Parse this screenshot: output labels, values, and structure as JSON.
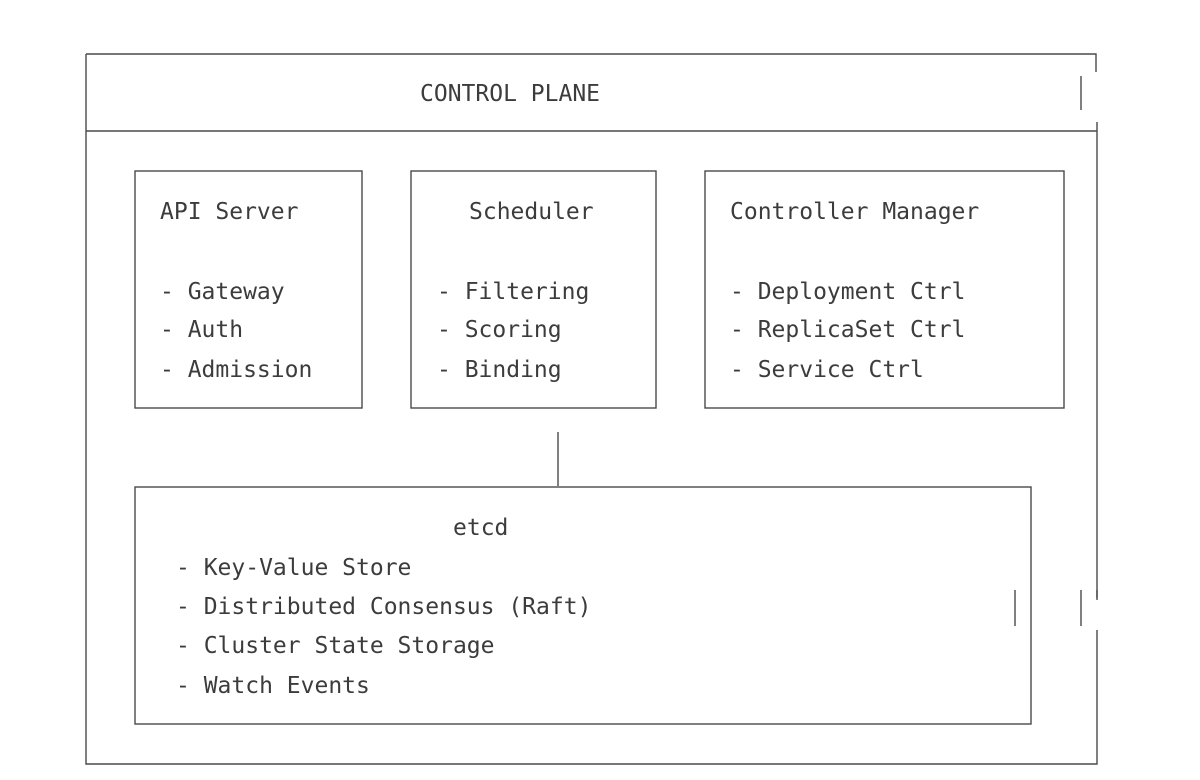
{
  "control_plane": {
    "title": "CONTROL PLANE"
  },
  "api_server": {
    "title": "API Server",
    "items": [
      "- Gateway",
      "- Auth",
      "- Admission"
    ]
  },
  "scheduler": {
    "title": "Scheduler",
    "items": [
      "- Filtering",
      "- Scoring",
      "- Binding"
    ]
  },
  "controller_manager": {
    "title": "Controller Manager",
    "items": [
      "- Deployment Ctrl",
      "- ReplicaSet Ctrl",
      "- Service Ctrl"
    ]
  },
  "etcd": {
    "title": "etcd",
    "items": [
      "- Key-Value Store",
      "- Distributed Consensus (Raft)",
      "- Cluster State Storage",
      "- Watch Events"
    ]
  }
}
